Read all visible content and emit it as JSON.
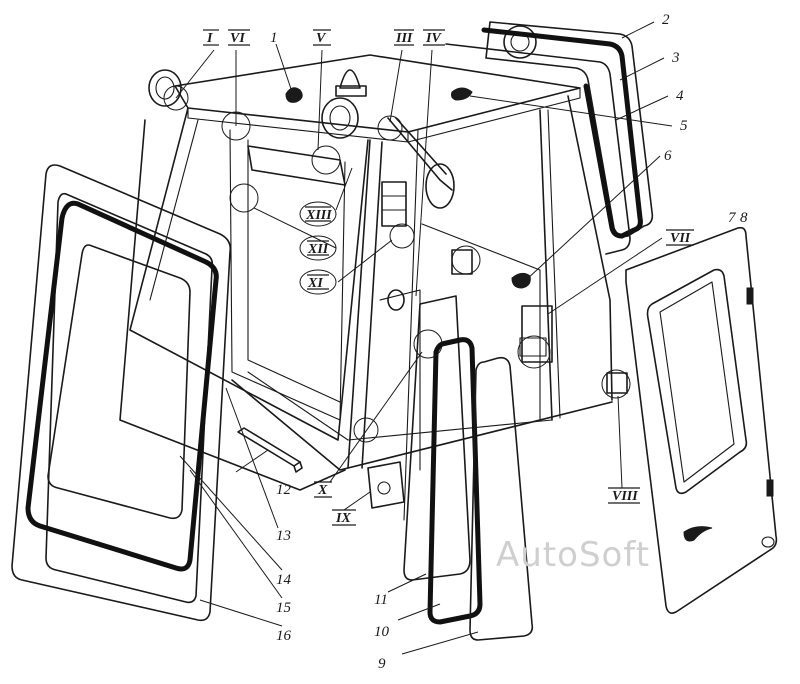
{
  "callouts": {
    "n1": "1",
    "n2": "2",
    "n3": "3",
    "n4": "4",
    "n5": "5",
    "n6": "6",
    "n7": "7",
    "n8": "8",
    "n9": "9",
    "n10": "10",
    "n11": "11",
    "n12": "12",
    "n13": "13",
    "n14": "14",
    "n15": "15",
    "n16": "16"
  },
  "details": {
    "r1": "I",
    "r3": "III",
    "r4": "IV",
    "r5": "V",
    "r6": "VI",
    "r7": "VII",
    "r8": "VIII",
    "r9": "IX",
    "r10": "X",
    "r11": "XI",
    "r12": "XII",
    "r13": "XIII"
  },
  "watermark": "AutoSoft"
}
